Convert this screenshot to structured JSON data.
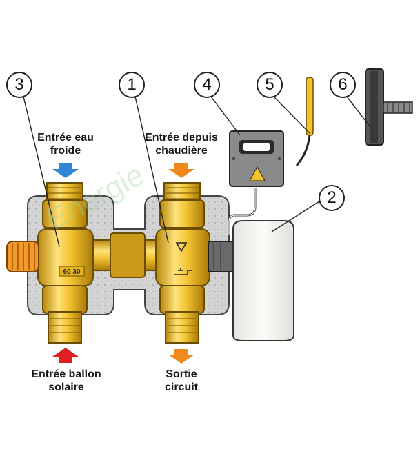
{
  "labels": {
    "cold_water_in": [
      "Entrée eau",
      "froide"
    ],
    "boiler_in": [
      "Entrée depuis",
      "chaudière"
    ],
    "solar_tank_in": [
      "Entrée ballon",
      "solaire"
    ],
    "circuit_out": [
      "Sortie",
      "circuit"
    ]
  },
  "callouts": [
    "1",
    "2",
    "3",
    "4",
    "5",
    "6"
  ],
  "mixer_marking": "60 30",
  "watermark": "Energie",
  "colors": {
    "brass": "#f2c230",
    "brass_dark": "#b8860b",
    "insulation": "#d0d0d0",
    "arrow_blue": "#2f86d6",
    "arrow_orange": "#f08a1c",
    "arrow_red": "#e0201e",
    "actuator_box": "#eeeeea",
    "control_box": "#8a8a8a",
    "probe": "#f2c230",
    "knob": "#f39a2a"
  },
  "icons": [
    "arrow-down-icon",
    "arrow-up-icon",
    "tap-icon",
    "triangle-icon"
  ]
}
